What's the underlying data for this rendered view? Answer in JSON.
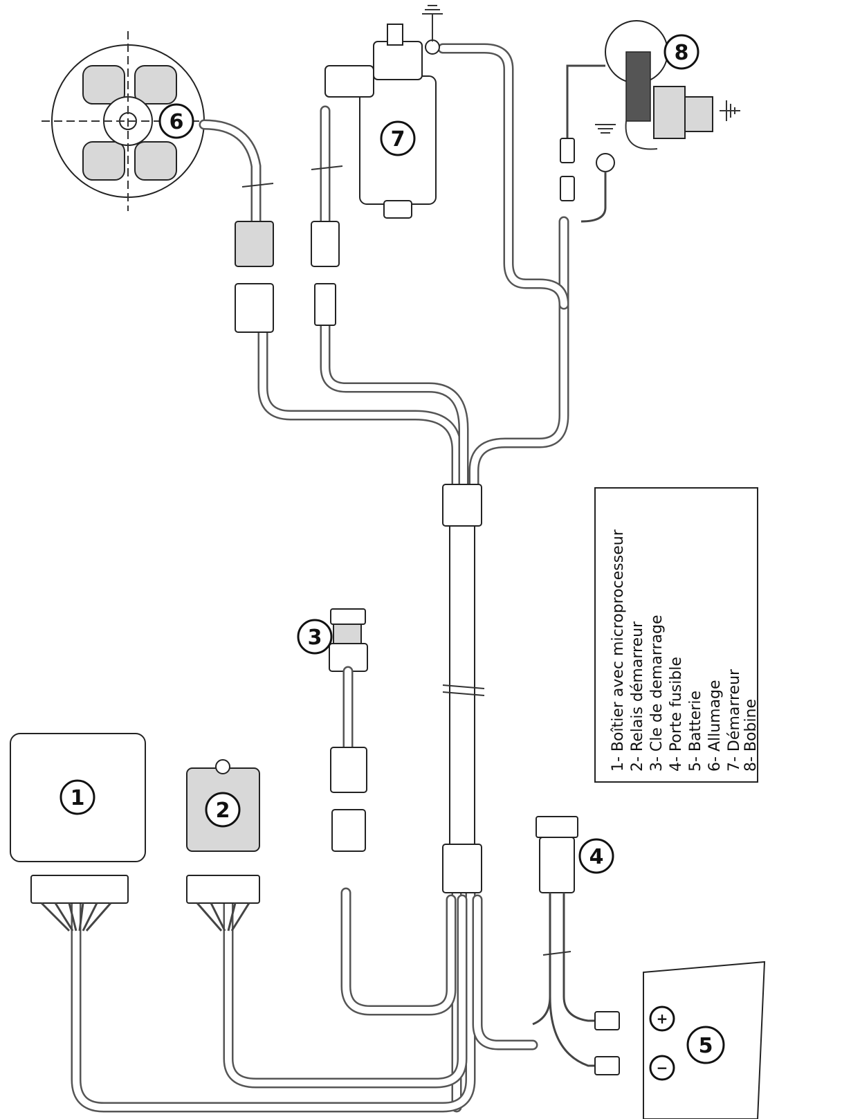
{
  "legend": {
    "items": [
      "1- Boîtier avec microprocesseur",
      "2- Relais démarreur",
      "3- Cle de demarrage",
      "4- Porte fusible",
      "5- Batterie",
      "6- Allumage",
      "7- Démarreur",
      "8- Bobine"
    ]
  },
  "components": {
    "c1": "1",
    "c2": "2",
    "c3": "3",
    "c4": "4",
    "c5": "5",
    "c6": "6",
    "c7": "7",
    "c8": "8"
  },
  "battery": {
    "plus": "+",
    "minus": "−"
  }
}
